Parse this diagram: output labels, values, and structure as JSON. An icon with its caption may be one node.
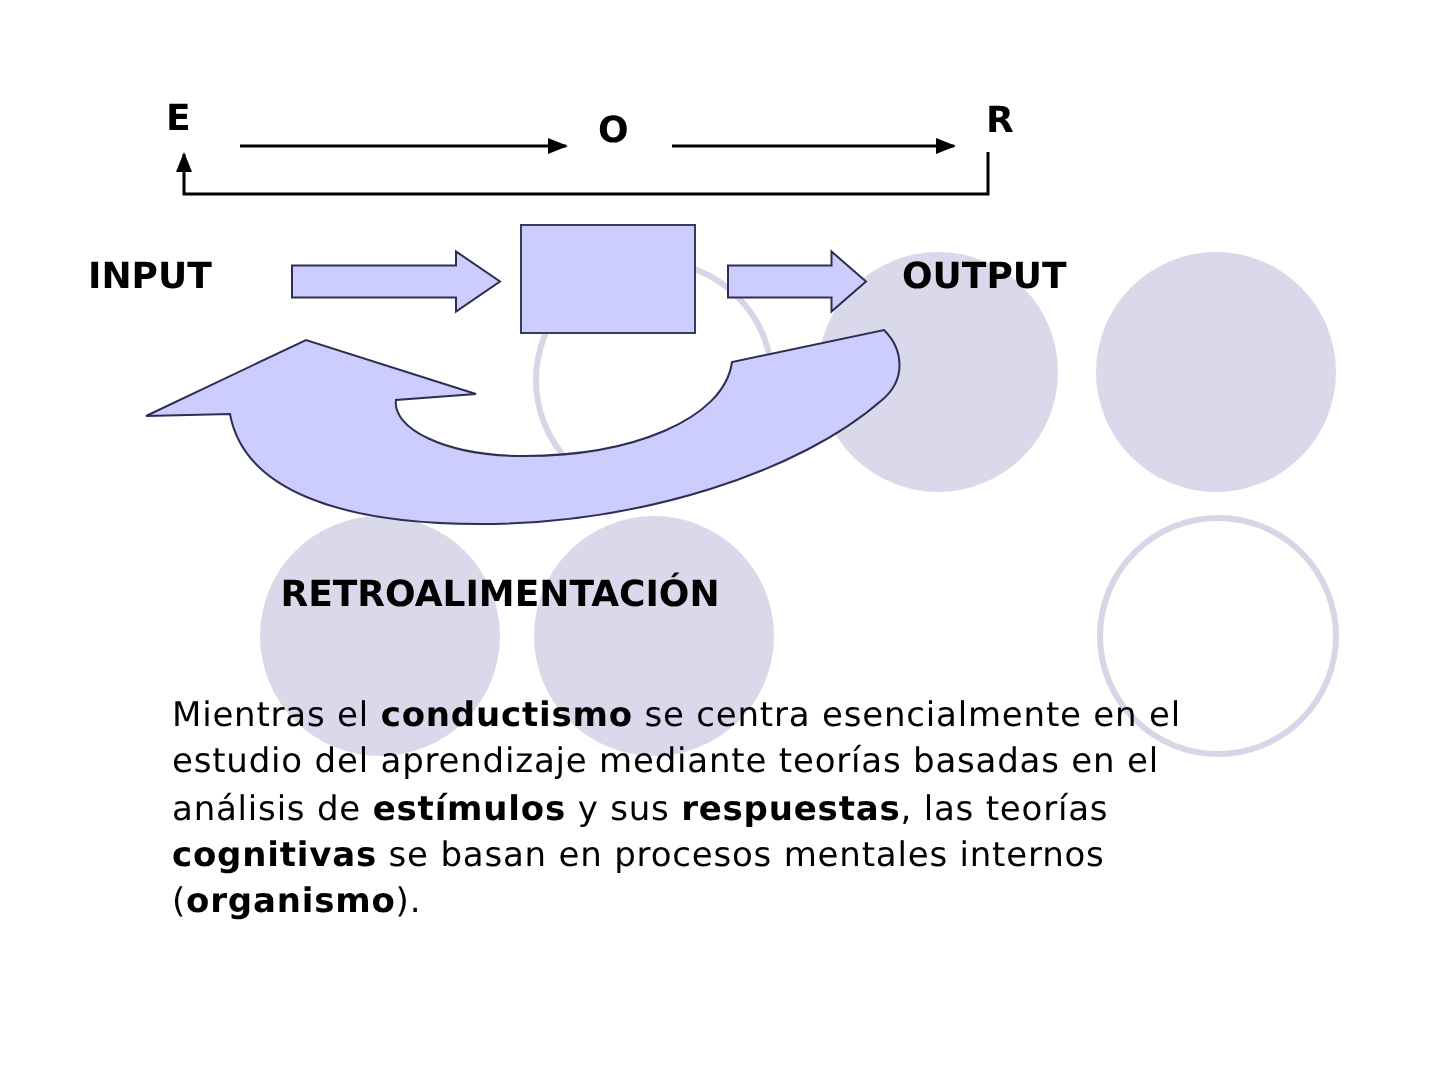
{
  "diagram": {
    "nodes": [
      {
        "text": [
          "E"
        ]
      },
      {
        "text": [
          "O"
        ]
      },
      {
        "text": [
          "R"
        ]
      },
      {
        "text": [
          "INPUT"
        ]
      },
      {
        "text": [],
        "shape": "box"
      },
      {
        "text": [
          "OUTPUT"
        ]
      }
    ],
    "edges": [
      {
        "from": 0,
        "to": 1,
        "arrow": "to"
      },
      {
        "from": 1,
        "to": 2,
        "arrow": "to"
      },
      {
        "from": 2,
        "to": 0,
        "arrow": "to"
      },
      {
        "from": 3,
        "to": 4,
        "arrow": "to",
        "style": "thick",
        "color": "#ccccff"
      },
      {
        "from": 4,
        "to": 5,
        "arrow": "to",
        "style": "thick",
        "color": "#ccccff"
      },
      {
        "from": 5,
        "to": 3,
        "arrow": "to",
        "style": "thick",
        "color": "#ccccff",
        "label": "RETROALIMENTACIÓN"
      }
    ],
    "labels": [
      "Mientras el **conductismo** se centra esencialmente en el estudio del aprendizaje mediante teorías basadas en el análisis de **estímulos** y sus **respuestas**, las teorías **cognitivas** se basan en procesos mentales internos (**organismo**)."
    ]
  }
}
